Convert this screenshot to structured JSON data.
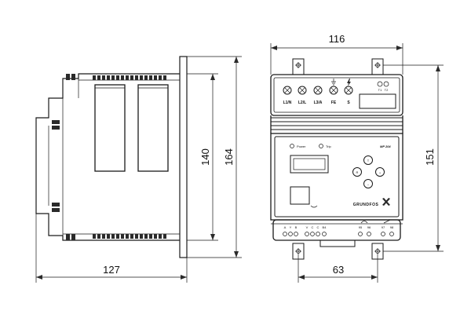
{
  "dimensions": {
    "side_depth": "127",
    "side_height_inner": "140",
    "side_height_outer": "164",
    "front_width": "116",
    "front_height": "151",
    "mount_hole_spacing": "63"
  },
  "front_panel": {
    "top_terminals": [
      "L1/N",
      "L2/L",
      "L3/A",
      "FE",
      "S"
    ],
    "thermistor_terminals": [
      "T1",
      "T2"
    ],
    "leds": [
      "Power",
      "Trip"
    ],
    "model": "MP 204",
    "buttons": [
      "T",
      "R",
      "+",
      "−"
    ],
    "brand": "GRUNDFOS",
    "bottom_left_terminals": [
      "A",
      "Y",
      "B",
      "V",
      "C",
      "C",
      "B4"
    ],
    "bottom_right_terminals": [
      "95",
      "96",
      "97",
      "98"
    ]
  }
}
